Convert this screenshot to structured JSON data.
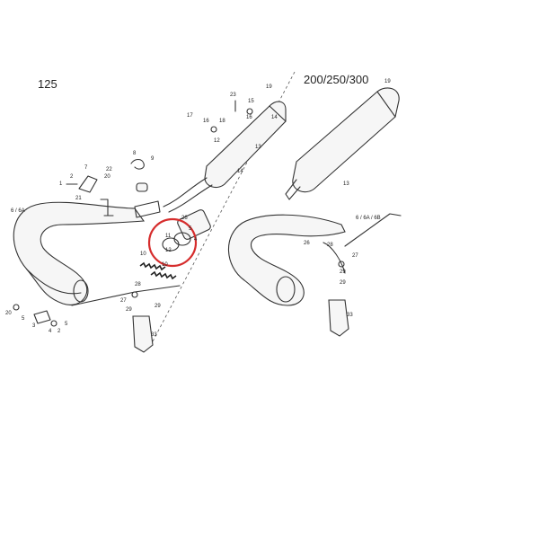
{
  "sections": {
    "left": "125",
    "right": "200/250/300"
  },
  "highlight_color": "#d62d2d",
  "callouts": [
    {
      "key": "c19a",
      "text": "19"
    },
    {
      "key": "c23a",
      "text": "23"
    },
    {
      "key": "c15a",
      "text": "15"
    },
    {
      "key": "c16a",
      "text": "16"
    },
    {
      "key": "c14a",
      "text": "14"
    },
    {
      "key": "c17",
      "text": "17"
    },
    {
      "key": "c16b",
      "text": "16"
    },
    {
      "key": "c18",
      "text": "18"
    },
    {
      "key": "c12a",
      "text": "12"
    },
    {
      "key": "c13a",
      "text": "13"
    },
    {
      "key": "c14b",
      "text": "14"
    },
    {
      "key": "c8",
      "text": "8"
    },
    {
      "key": "c9",
      "text": "9"
    },
    {
      "key": "c7",
      "text": "7"
    },
    {
      "key": "c22",
      "text": "22"
    },
    {
      "key": "c2a",
      "text": "2"
    },
    {
      "key": "c1",
      "text": "1"
    },
    {
      "key": "c20a",
      "text": "20"
    },
    {
      "key": "c21",
      "text": "21"
    },
    {
      "key": "c6a",
      "text": "6 / 6A"
    },
    {
      "key": "c26a",
      "text": "26"
    },
    {
      "key": "c11",
      "text": "11"
    },
    {
      "key": "c12b",
      "text": "12"
    },
    {
      "key": "c5a",
      "text": "5"
    },
    {
      "key": "c4a",
      "text": "4"
    },
    {
      "key": "c10a",
      "text": "10"
    },
    {
      "key": "c10b",
      "text": "10"
    },
    {
      "key": "c27a",
      "text": "27"
    },
    {
      "key": "c28a",
      "text": "28"
    },
    {
      "key": "c29a",
      "text": "29"
    },
    {
      "key": "c29b",
      "text": "29"
    },
    {
      "key": "c33a",
      "text": "33"
    },
    {
      "key": "c20b",
      "text": "20"
    },
    {
      "key": "c5b",
      "text": "5"
    },
    {
      "key": "c3",
      "text": "3"
    },
    {
      "key": "c4b",
      "text": "4"
    },
    {
      "key": "c2b",
      "text": "2"
    },
    {
      "key": "c5c",
      "text": "5"
    },
    {
      "key": "c19b",
      "text": "19"
    },
    {
      "key": "c13b",
      "text": "13"
    },
    {
      "key": "c6b",
      "text": "6 / 6A / 6B"
    },
    {
      "key": "c26b",
      "text": "26"
    },
    {
      "key": "c28b",
      "text": "28"
    },
    {
      "key": "c27b",
      "text": "27"
    },
    {
      "key": "c29c",
      "text": "29"
    },
    {
      "key": "c29d",
      "text": "29"
    },
    {
      "key": "c33b",
      "text": "33"
    }
  ]
}
